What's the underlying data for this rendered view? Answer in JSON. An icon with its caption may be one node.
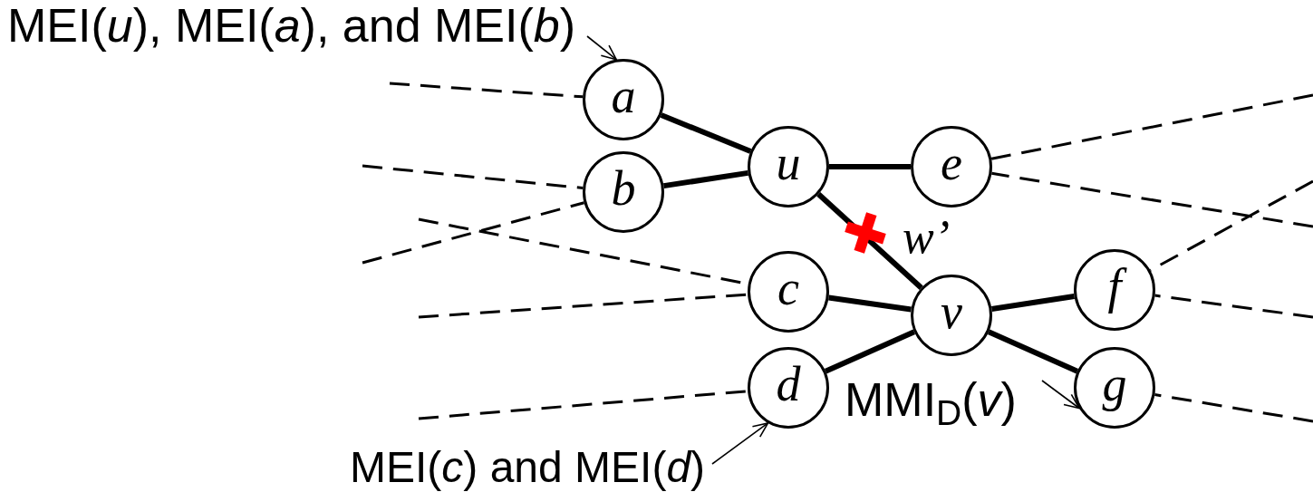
{
  "diagram": {
    "nodes": [
      {
        "text": [
          "MEI(*u*), MEI(*a*), and MEI(*b*)"
        ]
      },
      {
        "text": [
          "a"
        ]
      },
      {
        "text": [
          "b"
        ]
      },
      {
        "text": [
          "u"
        ]
      },
      {
        "text": [
          "e"
        ]
      },
      {
        "text": [
          "c"
        ]
      },
      {
        "text": [
          "v"
        ]
      },
      {
        "text": [
          "f"
        ]
      },
      {
        "text": [
          "d"
        ]
      },
      {
        "text": [
          "g"
        ]
      },
      {
        "text": [
          "MMI$_{D}$(*v*)"
        ]
      },
      {
        "text": [
          "MEI(*c*) and MEI(*d*)"
        ]
      }
    ],
    "edges": [
      {
        "from": null,
        "to": 1,
        "arrow": "none",
        "style": "dashed"
      },
      {
        "from": null,
        "to": 2,
        "arrow": "none",
        "style": "dashed"
      },
      {
        "from": null,
        "to": 2,
        "arrow": "none",
        "style": "dashed"
      },
      {
        "from": null,
        "to": 5,
        "arrow": "none",
        "style": "dashed"
      },
      {
        "from": null,
        "to": 5,
        "arrow": "none",
        "style": "dashed"
      },
      {
        "from": null,
        "to": 8,
        "arrow": "none",
        "style": "dashed"
      },
      {
        "from": null,
        "to": 4,
        "arrow": "none",
        "style": "dashed"
      },
      {
        "from": null,
        "to": 4,
        "arrow": "none",
        "style": "dashed"
      },
      {
        "from": null,
        "to": 7,
        "arrow": "none",
        "style": "dashed"
      },
      {
        "from": null,
        "to": 7,
        "arrow": "none",
        "style": "dashed"
      },
      {
        "from": null,
        "to": 9,
        "arrow": "none",
        "style": "dashed"
      },
      {
        "from": 1,
        "to": 3,
        "arrow": "none",
        "style": "thick"
      },
      {
        "from": 2,
        "to": 3,
        "arrow": "none",
        "style": "thick"
      },
      {
        "from": 3,
        "to": 4,
        "arrow": "none",
        "style": "thick"
      },
      {
        "from": 3,
        "to": 6,
        "arrow": "none",
        "style": "thick",
        "label": "w’"
      },
      {
        "from": 5,
        "to": 6,
        "arrow": "none",
        "style": "thick"
      },
      {
        "from": 8,
        "to": 6,
        "arrow": "none",
        "style": "thick"
      },
      {
        "from": 6,
        "to": 7,
        "arrow": "none",
        "style": "thick"
      },
      {
        "from": 6,
        "to": 9,
        "arrow": "none",
        "style": "thick"
      },
      {
        "from": 0,
        "to": 1,
        "arrow": "to"
      },
      {
        "from": 11,
        "to": 8,
        "arrow": "to"
      },
      {
        "from": 10,
        "to": 9,
        "arrow": "to"
      }
    ]
  }
}
